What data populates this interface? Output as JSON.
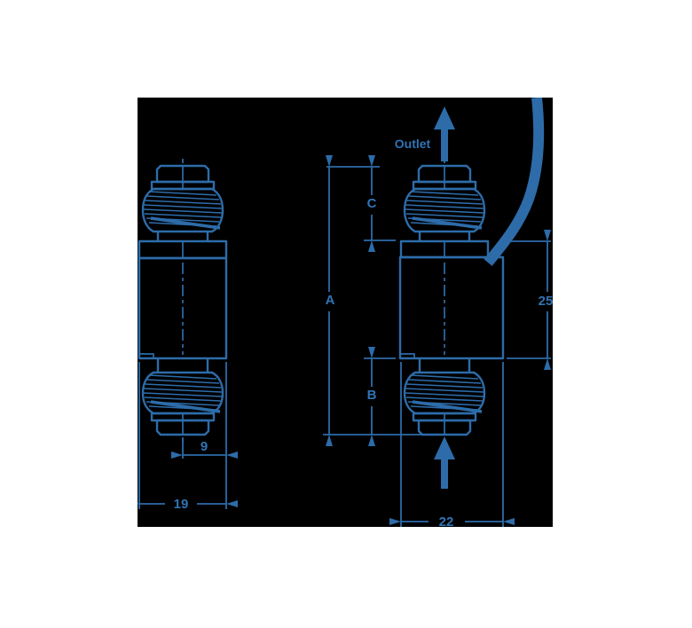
{
  "figure": {
    "type": "technical-drawing",
    "description": "Two orthographic views of an inline fluid filter with threaded end fittings; right view shows sensor cable, flow arrows and dimensions",
    "colors": {
      "page_background": "#ffffff",
      "panel_background": "#000000",
      "line_blue": "#2d6ca9",
      "label_blue": "#3173b4"
    },
    "flow": {
      "outlet_label": "Outlet",
      "outlet_arrow": "up",
      "inlet_arrow": "up"
    },
    "dimension_labels": {
      "a": "A",
      "b": "B",
      "c": "C",
      "d9": "9",
      "d19": "19",
      "d22": "22",
      "d25": "25"
    }
  }
}
